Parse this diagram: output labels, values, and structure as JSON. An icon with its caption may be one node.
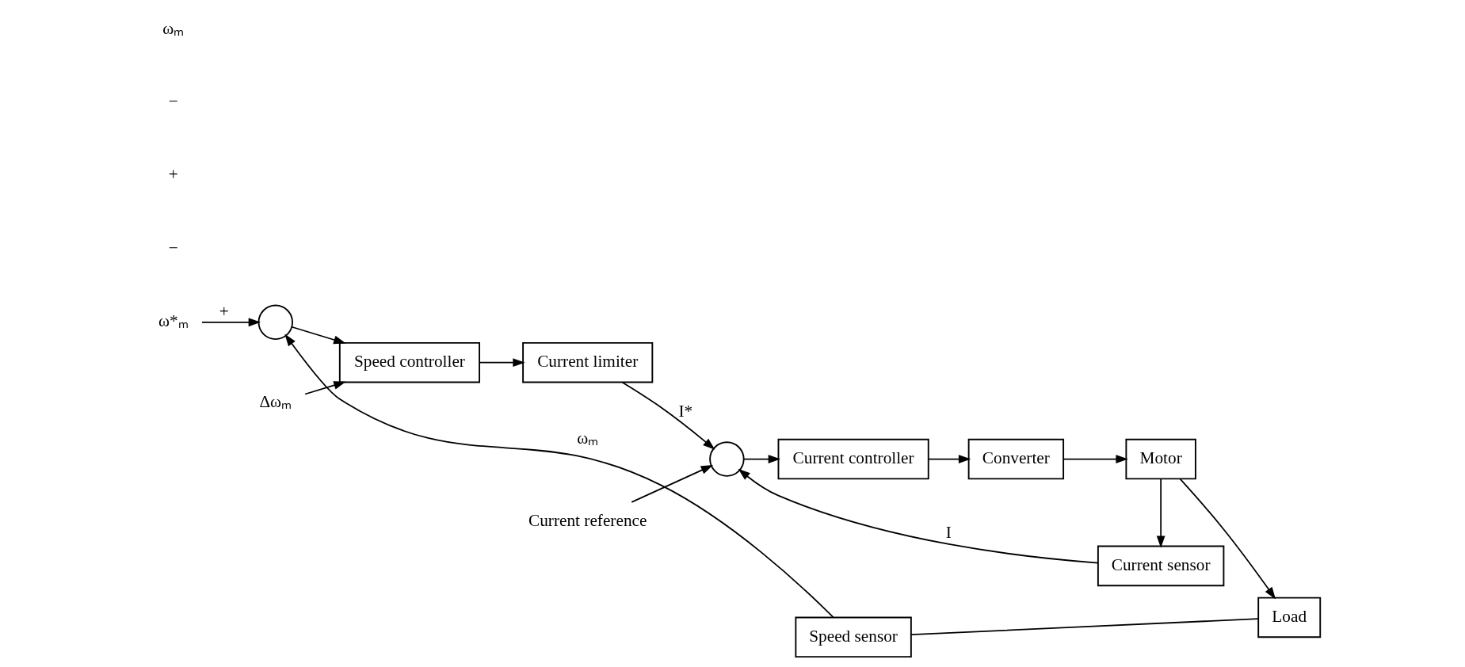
{
  "diagram": {
    "nodes": [
      {
        "text": [
          "ω*ₘ"
        ]
      },
      {
        "text": [],
        "shape": "circle"
      },
      {
        "text": [
          "Δωₘ"
        ]
      },
      {
        "text": [
          "Speed controller"
        ]
      },
      {
        "text": [
          "Current limiter"
        ]
      },
      {
        "text": [
          "Current reference"
        ]
      },
      {
        "text": [],
        "shape": "circle"
      },
      {
        "text": [
          "Current controller"
        ]
      },
      {
        "text": [
          "Converter"
        ]
      },
      {
        "text": [
          "Motor"
        ]
      },
      {
        "text": [
          "Load"
        ]
      },
      {
        "text": [
          "Current sensor"
        ]
      },
      {
        "text": [
          "Speed sensor"
        ]
      }
    ],
    "edges": [
      {
        "from": 0,
        "to": 1,
        "arrow": "to",
        "label": "+"
      },
      {
        "from": 2,
        "to": 3,
        "arrow": "to"
      },
      {
        "from": 1,
        "to": 3,
        "arrow": "to"
      },
      {
        "from": 3,
        "to": 4,
        "arrow": "to"
      },
      {
        "from": 4,
        "to": 6,
        "arrow": "to",
        "label": "I*"
      },
      {
        "from": 5,
        "to": 6,
        "arrow": "to"
      },
      {
        "from": 6,
        "to": 7,
        "arrow": "to"
      },
      {
        "from": 7,
        "to": 8,
        "arrow": "to"
      },
      {
        "from": 8,
        "to": 9,
        "arrow": "to"
      },
      {
        "from": 9,
        "to": 10,
        "arrow": "to"
      },
      {
        "from": 9,
        "to": 11,
        "arrow": "to"
      },
      {
        "from": 11,
        "to": 6,
        "arrow": "to",
        "label": "I"
      },
      {
        "from": 10,
        "to": 12,
        "arrow": "none"
      },
      {
        "from": 12,
        "to": 1,
        "arrow": "to",
        "label": "ωₘ"
      }
    ],
    "labels": [
      "−",
      "+",
      "−",
      "ωₘ"
    ]
  }
}
